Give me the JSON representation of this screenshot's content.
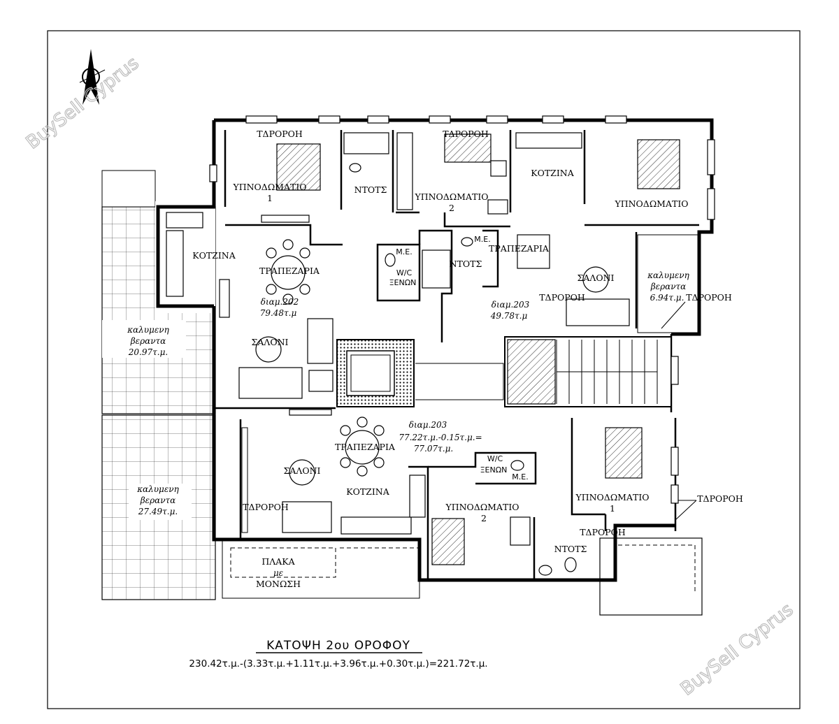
{
  "labels": {
    "drorof_1": "ΤΔΡΟΡΟΗ",
    "bedroom_1_name": "ΥΠΝΟΔΩΜΑΤΙΟ",
    "bedroom_1_num": "1",
    "shower_top": "ΝΤΟΤΣ",
    "drorof_2": "ΤΔΡΟΡΟΗ",
    "bedroom_2_name": "ΥΠΝΟΔΩΜΑΤΙΟ",
    "bedroom_2_num": "2",
    "kitchen_top": "ΚΟΤΖΙΝΑ",
    "bedroom_topright": "ΥΠΝΟΔΩΜΑΤΙΟ",
    "kitchen_left": "ΚΟΤΖΙΝΑ",
    "dining_202": "ΤΡΑΠΕΖΑΡΙΑ",
    "me_1": "Μ.Ε.",
    "wc_guest_1a": "W/C",
    "wc_guest_1b": "ΞΕΝΩΝ",
    "me_2": "Μ.Ε.",
    "shower_mid": "ΝΤΟΤΣ",
    "dining_203": "ΤΡΑΠΕΖΑΡΙΑ",
    "living_203": "ΣΑΛΟΝΙ",
    "veranda_right_1": "καλυμενη",
    "veranda_right_2": "βεραντα",
    "veranda_right_3": "6.94τ.μ.",
    "drorof_right": "ΤΔΡΟΡΟΗ",
    "drorof_203": "ΤΔΡΟΡΟΗ",
    "apt_202": "διαμ.202",
    "apt_202_area": "79.48τ.μ",
    "apt_203": "διαμ.203",
    "apt_203_area": "49.78τ.μ",
    "veranda_left_1": "καλυμενη",
    "veranda_left_2": "βεραντα",
    "veranda_left_3": "20.97τ.μ.",
    "living_202": "ΣΑΛΟΝΙ",
    "apt_20x": "διαμ.203",
    "apt_20x_area1": "77.22τ.μ.-0.15τ.μ.=",
    "apt_20x_area2": "77.07τ.μ.",
    "dining_bottom": "ΤΡΑΠΕΖΑΡΙΑ",
    "living_bottom": "ΣΑΛΟΝΙ",
    "kitchen_bottom": "ΚΟΤΖΙΝΑ",
    "wc_guest_2a": "W/C",
    "wc_guest_2b": "ΞΕΝΩΝ",
    "me_3": "Μ.Ε.",
    "veranda_bl_1": "καλυμενη",
    "veranda_bl_2": "βεραντα",
    "veranda_bl_3": "27.49τ.μ.",
    "drorof_bl": "ΤΔΡΟΡΟΗ",
    "bedroom_b2_name": "ΥΠΝΟΔΩΜΑΤΙΟ",
    "bedroom_b2_num": "2",
    "bedroom_b1_name": "ΥΠΝΟΔΩΜΑΤΙΟ",
    "bedroom_b1_num": "1",
    "drorof_br": "ΤΔΡΟΡΟΗ",
    "drorof_b": "ΤΔΡΟΡΟΗ",
    "shower_bottom": "ΝΤΟΤΣ",
    "slab_1": "ΠΛΑΚΑ",
    "slab_2": "με",
    "slab_3": "ΜΟΝΩΣΗ"
  },
  "title": "ΚΑΤΟΨΗ 2ου ΟΡΟΦΟΥ",
  "formula": "230.42τ.μ.-(3.33τ.μ.+1.11τ.μ.+3.96τ.μ.+0.30τ.μ.)=221.72τ.μ.",
  "watermark": "BuySell Cyprus"
}
